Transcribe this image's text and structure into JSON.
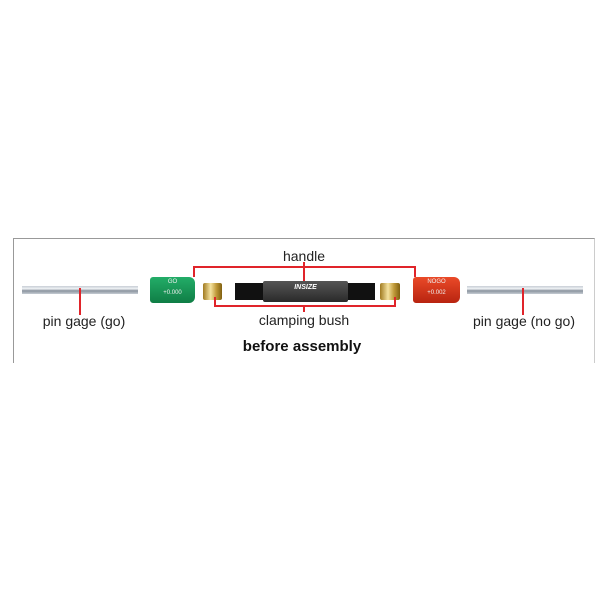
{
  "labels": {
    "handle": "handle",
    "clamping_bush": "clamping bush",
    "pin_gage_go": "pin gage (go)",
    "pin_gage_nogo": "pin gage (no go)",
    "caption": "before assembly"
  },
  "go_cap": {
    "text": "GO",
    "value": "+0.000",
    "color": "#1a9a5a"
  },
  "nogo_cap": {
    "text": "NOGO",
    "value": "+0.002",
    "color": "#d63a1e"
  },
  "handle_logo": "INSIZE",
  "leader_color": "#e0242a"
}
